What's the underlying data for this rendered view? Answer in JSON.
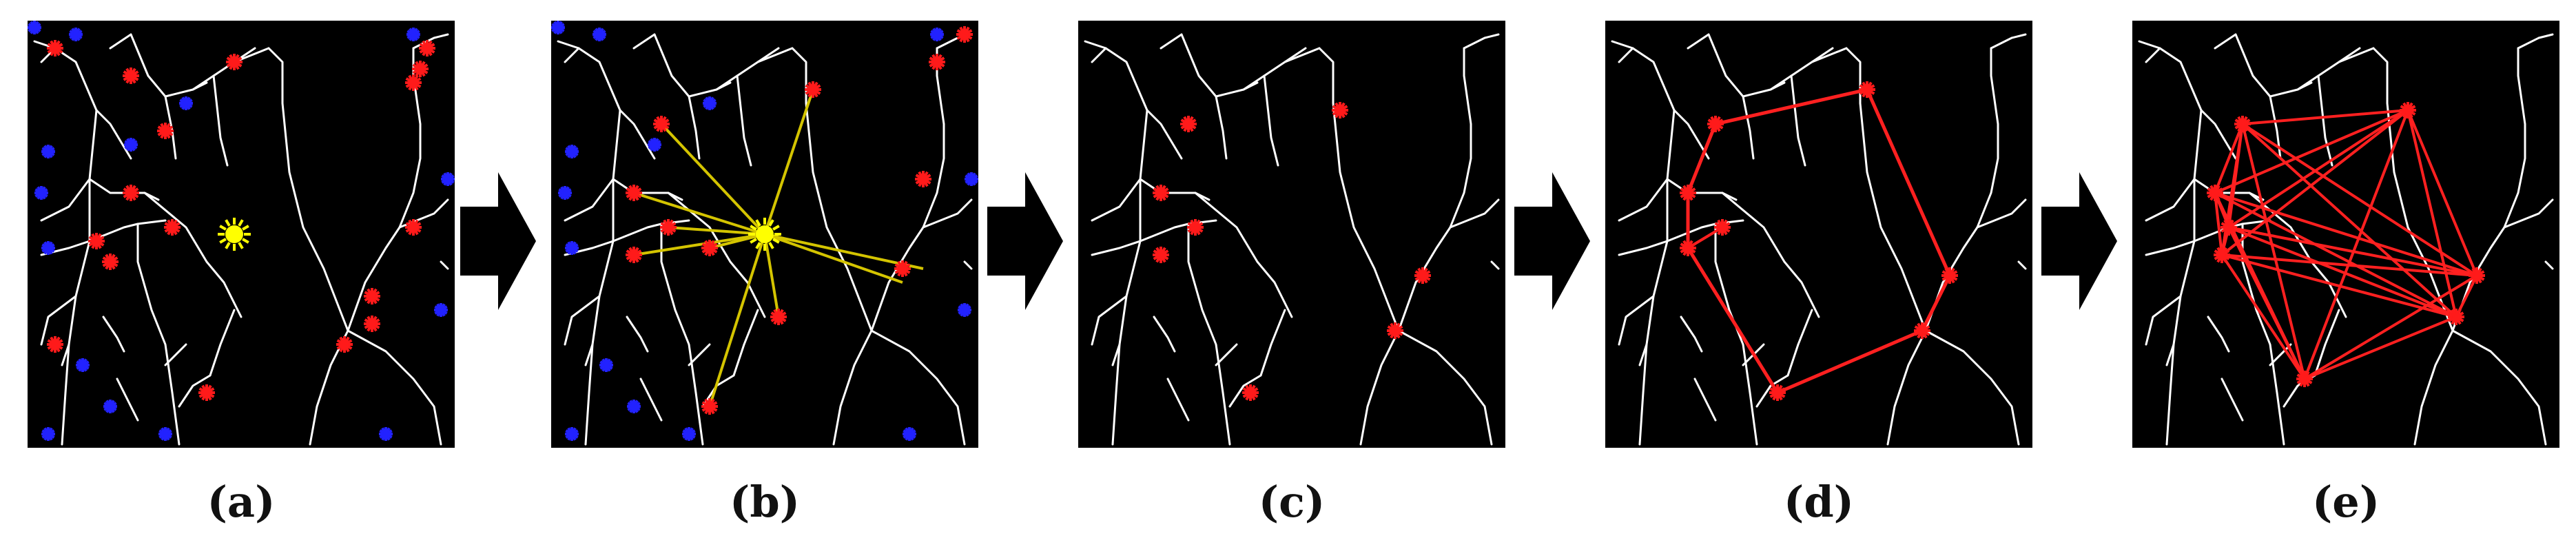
{
  "panels": [
    {
      "id": "a",
      "label": "(a)"
    },
    {
      "id": "b",
      "label": "(b)"
    },
    {
      "id": "c",
      "label": "(c)"
    },
    {
      "id": "d",
      "label": "(d)"
    },
    {
      "id": "e",
      "label": "(e)"
    }
  ],
  "colors": {
    "background": "#000000",
    "vessel": "#ffffff",
    "bifurcation_marker": "#ff1a1a",
    "endpoint_marker": "#2222ff",
    "optic_disc_marker": "#ffff00",
    "connection_line_b": "#d4c400",
    "connection_line_de": "#ff2020"
  },
  "icons": {
    "flow_arrow": "right-arrow-icon",
    "bifurcation": "red-star-marker",
    "endpoint": "blue-star-marker",
    "center": "yellow-sun-marker"
  }
}
